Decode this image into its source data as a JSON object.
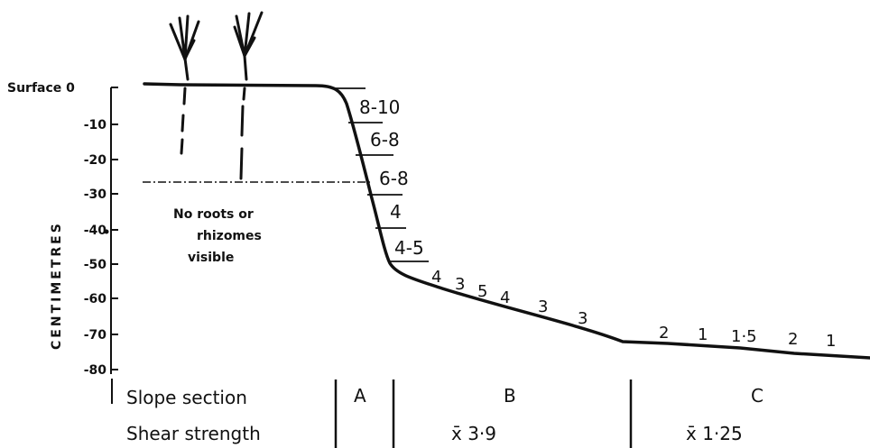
{
  "axis": {
    "ylabel": "CENTIMETRES",
    "ticks": [
      "Surface 0",
      "-10",
      "-20",
      "-30",
      "-40",
      "-50",
      "-60",
      "-70",
      "-80"
    ]
  },
  "annotation": [
    "No roots or",
    "rhizomes",
    "visible"
  ],
  "strength_labels": [
    "8-10",
    "6-8",
    "6-8",
    "4",
    "4-5",
    "4",
    "3",
    "5",
    "4",
    "3",
    "3",
    "2",
    "1",
    "1·5",
    "2",
    "1"
  ],
  "table": {
    "row1_label": "Slope section",
    "row2_label": "Shear strength",
    "sections": [
      "A",
      "B",
      "C"
    ],
    "means": [
      "x̄ 3·9",
      "x̄ 1·25"
    ]
  }
}
